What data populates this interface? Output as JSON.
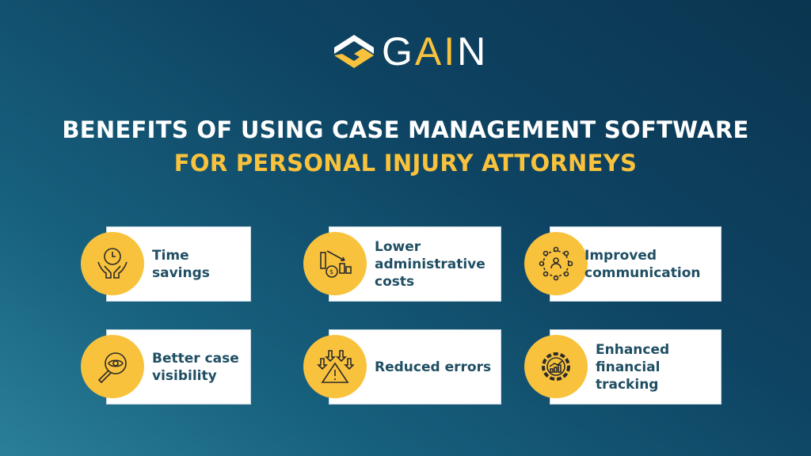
{
  "logo": {
    "text_white": "G",
    "text_yellow": "AI",
    "text_white2": "N",
    "colors": {
      "white": "#ffffff",
      "yellow": "#f9c23c"
    }
  },
  "title": {
    "line1": "BENEFITS OF USING CASE MANAGEMENT SOFTWARE",
    "line2": "FOR PERSONAL INJURY ATTORNEYS"
  },
  "colors": {
    "accent": "#f9c23c",
    "text": "#1f4e63",
    "bg_dark": "#0b3550",
    "bg_light": "#2b7f99"
  },
  "benefits": [
    {
      "label": "Time savings",
      "icon": "clock-in-hands-icon"
    },
    {
      "label": "Lower administrative costs",
      "icon": "cost-down-chart-icon"
    },
    {
      "label": "Improved communication",
      "icon": "people-network-icon"
    },
    {
      "label": "Better case visibility",
      "icon": "magnifier-eye-icon"
    },
    {
      "label": "Reduced errors",
      "icon": "warning-arrows-icon"
    },
    {
      "label": "Enhanced financial tracking",
      "icon": "gear-chart-icon"
    }
  ]
}
